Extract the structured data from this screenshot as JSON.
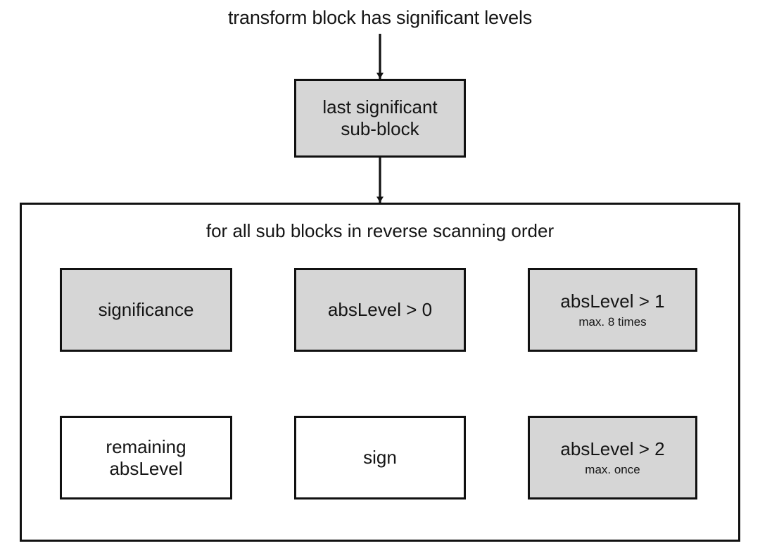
{
  "diagram": {
    "title": "transform block has significant levels",
    "colors": {
      "node_gray_fill": "#d6d6d6",
      "node_white_fill": "#ffffff",
      "stroke": "#111111",
      "text": "#151515",
      "background": "#ffffff"
    },
    "entry_node": {
      "line1": "last significant",
      "line2": "sub-block",
      "fill": "gray"
    },
    "group": {
      "label": "for all sub blocks in reverse scanning order"
    },
    "row1": [
      {
        "label": "significance",
        "sub": "",
        "fill": "gray"
      },
      {
        "label": "absLevel > 0",
        "sub": "",
        "fill": "gray"
      },
      {
        "label": "absLevel > 1",
        "sub": "max. 8 times",
        "fill": "gray"
      }
    ],
    "row2": [
      {
        "line1": "remaining",
        "line2": "absLevel",
        "sub": "",
        "fill": "white"
      },
      {
        "label": "sign",
        "sub": "",
        "fill": "white"
      },
      {
        "label": "absLevel > 2",
        "sub": "max. once",
        "fill": "gray"
      }
    ],
    "arrows": [
      {
        "name": "title-to-entry",
        "direction": "down"
      },
      {
        "name": "entry-to-group",
        "direction": "down"
      },
      {
        "name": "significance-to-abslevel0",
        "direction": "right"
      },
      {
        "name": "abslevel0-to-abslevel1",
        "direction": "right"
      },
      {
        "name": "abslevel1-to-abslevel2",
        "direction": "down"
      },
      {
        "name": "abslevel2-to-sign",
        "direction": "left"
      },
      {
        "name": "sign-to-remaining-abslevel",
        "direction": "left"
      }
    ]
  }
}
